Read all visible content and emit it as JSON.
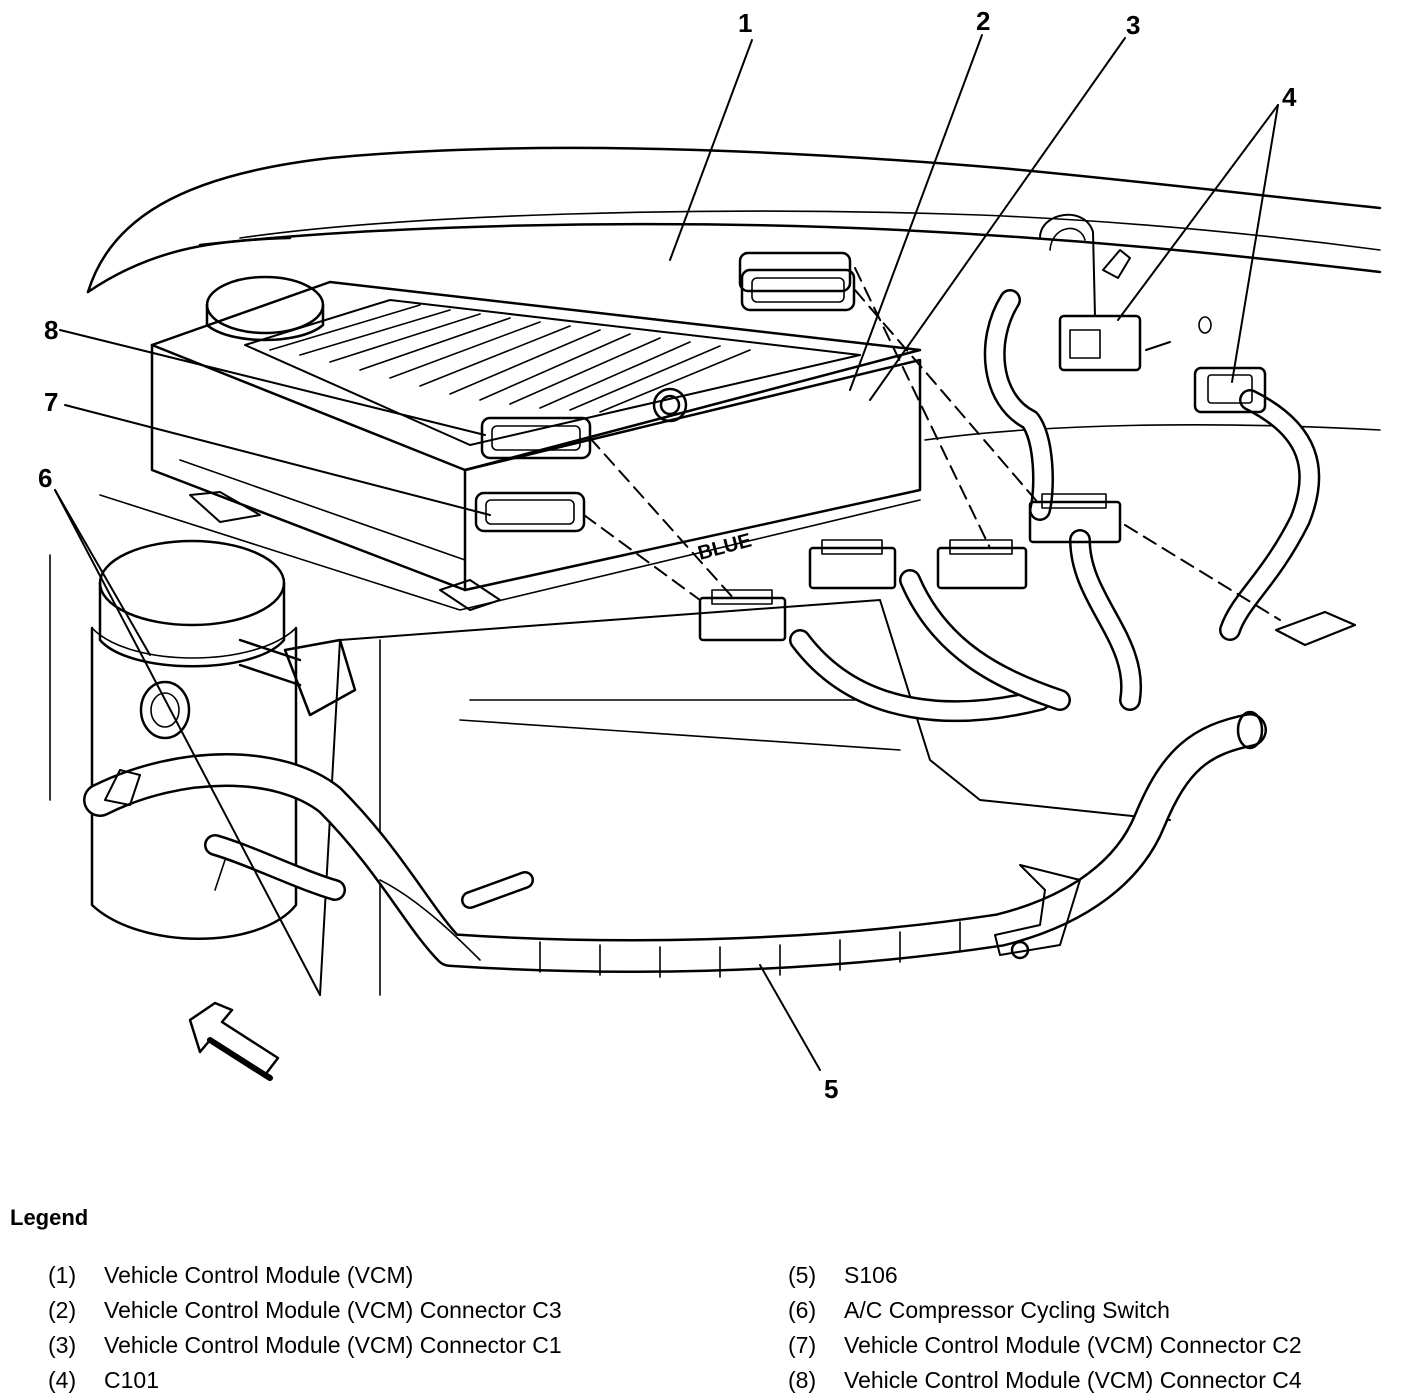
{
  "callouts": [
    {
      "id": "1",
      "label": "1"
    },
    {
      "id": "2",
      "label": "2"
    },
    {
      "id": "3",
      "label": "3"
    },
    {
      "id": "4",
      "label": "4"
    },
    {
      "id": "5",
      "label": "5"
    },
    {
      "id": "6",
      "label": "6"
    },
    {
      "id": "7",
      "label": "7"
    },
    {
      "id": "8",
      "label": "8"
    }
  ],
  "embossed_text": "BLUE",
  "legend": {
    "title": "Legend",
    "items": [
      {
        "num": "(1)",
        "text": "Vehicle Control Module (VCM)"
      },
      {
        "num": "(2)",
        "text": "Vehicle Control Module (VCM) Connector C3"
      },
      {
        "num": "(3)",
        "text": "Vehicle Control Module (VCM) Connector C1"
      },
      {
        "num": "(4)",
        "text": "C101"
      },
      {
        "num": "(5)",
        "text": "S106"
      },
      {
        "num": "(6)",
        "text": "A/C Compressor Cycling Switch"
      },
      {
        "num": "(7)",
        "text": "Vehicle Control Module (VCM) Connector C2"
      },
      {
        "num": "(8)",
        "text": "Vehicle Control Module (VCM) Connector C4"
      }
    ]
  },
  "colors": {
    "ink": "#000000",
    "paper": "#ffffff"
  }
}
